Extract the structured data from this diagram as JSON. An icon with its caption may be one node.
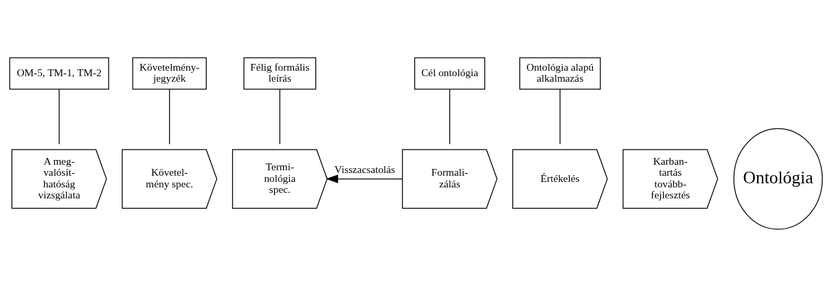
{
  "diagram": {
    "nodes": [
      {
        "text": [
          "OM-5, TM-1, TM-2"
        ]
      },
      {
        "text": [
          "Követelmény- jegyzék"
        ]
      },
      {
        "text": [
          "Félig formális leírás"
        ]
      },
      {
        "text": [
          "Cél ontológia"
        ]
      },
      {
        "text": [
          "Ontológia alapú alkalmazás"
        ]
      },
      {
        "text": [
          "A meg- valósít- hatóság vizsgálata"
        ]
      },
      {
        "text": [
          "Követel- mény spec."
        ]
      },
      {
        "text": [
          "Termi- nológia spec."
        ]
      },
      {
        "text": [
          "Formali- zálás"
        ]
      },
      {
        "text": [
          "Értékelés"
        ]
      },
      {
        "text": [
          "Karban- tartás tovább- fejlesztés"
        ]
      },
      {
        "text": [
          "Ontológia"
        ]
      }
    ],
    "edges": [
      {
        "from": 0,
        "to": 5,
        "arrow": "none"
      },
      {
        "from": 1,
        "to": 6,
        "arrow": "none"
      },
      {
        "from": 2,
        "to": 7,
        "arrow": "none"
      },
      {
        "from": 3,
        "to": 8,
        "arrow": "none"
      },
      {
        "from": 4,
        "to": 9,
        "arrow": "none"
      },
      {
        "from": 8,
        "to": 7,
        "arrow": "to",
        "label": "Visszacsatolás"
      }
    ]
  }
}
